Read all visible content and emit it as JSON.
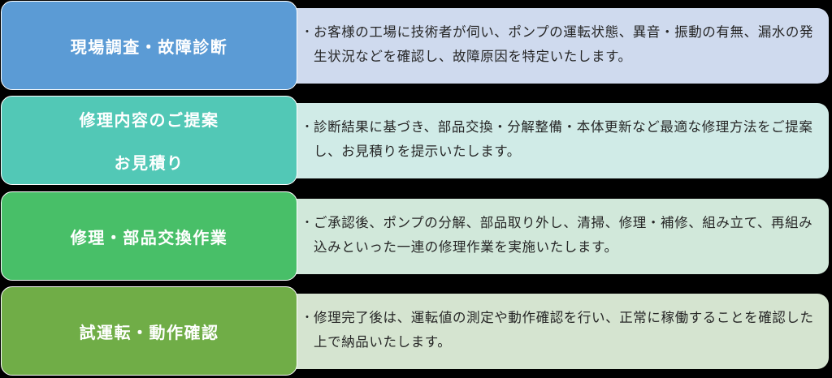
{
  "steps": [
    {
      "title_lines": [
        "現場調査・故障診断"
      ],
      "color": "#5b9bd5",
      "panel_color": "#cfdaee",
      "description": "お客様の工場に技術者が伺い、ポンプの運転状態、異音・振動の有無、漏水の発生状況などを確認し、故障原因を特定いたします。",
      "bullet": "・"
    },
    {
      "title_lines": [
        "修理内容のご提案",
        "お見積り"
      ],
      "color": "#52c8b6",
      "panel_color": "#d0ebe7",
      "description": "診断結果に基づき、部品交換・分解整備・本体更新など最適な修理方法をご提案し、お見積りを提示いたします。",
      "bullet": "・"
    },
    {
      "title_lines": [
        "修理・部品交換作業"
      ],
      "color": "#48bf68",
      "panel_color": "#d1e8da",
      "description": "ご承認後、ポンプの分解、部品取り外し、清掃、修理・補修、組み立て、再組み込みといった一連の修理作業を実施いたします。",
      "bullet": "・"
    },
    {
      "title_lines": [
        "試運転・動作確認"
      ],
      "color": "#70ad47",
      "panel_color": "#d5e4d0",
      "description": "修理完了後は、運転値の測定や動作確認を行い、正常に稼働することを確認した上で納品いたします。",
      "bullet": "・"
    }
  ]
}
